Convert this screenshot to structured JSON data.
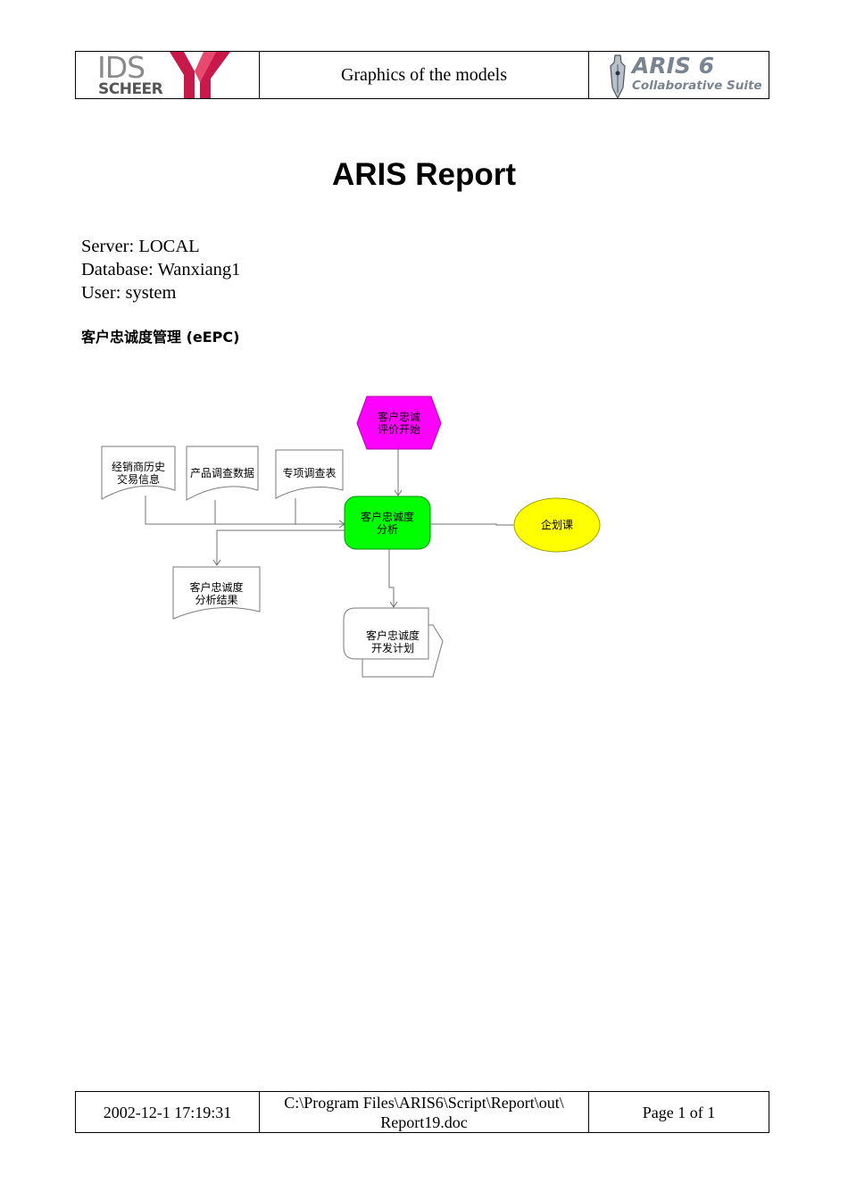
{
  "header": {
    "logo_left": {
      "line1": "IDS",
      "line2": "SCHEER"
    },
    "title": "Graphics of the models",
    "logo_right": {
      "line1": "ARIS 6",
      "line2": "Collaborative Suite"
    }
  },
  "document": {
    "title": "ARIS Report",
    "server": "Server: LOCAL",
    "database": "Database: Wanxiang1",
    "user": "User: system",
    "model_title": "客户忠诚度管理 (eEPC)"
  },
  "diagram": {
    "nodes": {
      "event_start": {
        "label": "客户忠诚\n评价开始",
        "color": "#ff00ff"
      },
      "doc_dealer": {
        "label": "经销商历史\n交易信息"
      },
      "doc_product": {
        "label": "产品调查数据"
      },
      "doc_special": {
        "label": "专项调查表"
      },
      "function_analysis": {
        "label": "客户忠诚度\n分析",
        "color": "#00ff00"
      },
      "org_unit": {
        "label": "企划课",
        "color": "#ffff00"
      },
      "doc_result": {
        "label": "客户忠诚度\n分析结果"
      },
      "doc_plan": {
        "label": "客户忠诚度\n开发计划"
      }
    }
  },
  "footer": {
    "datetime": "2002-12-1 17:19:31",
    "path": "C:\\Program Files\\ARIS6\\Script\\Report\\out\\ Report19.doc",
    "page": "Page 1  of 1"
  }
}
